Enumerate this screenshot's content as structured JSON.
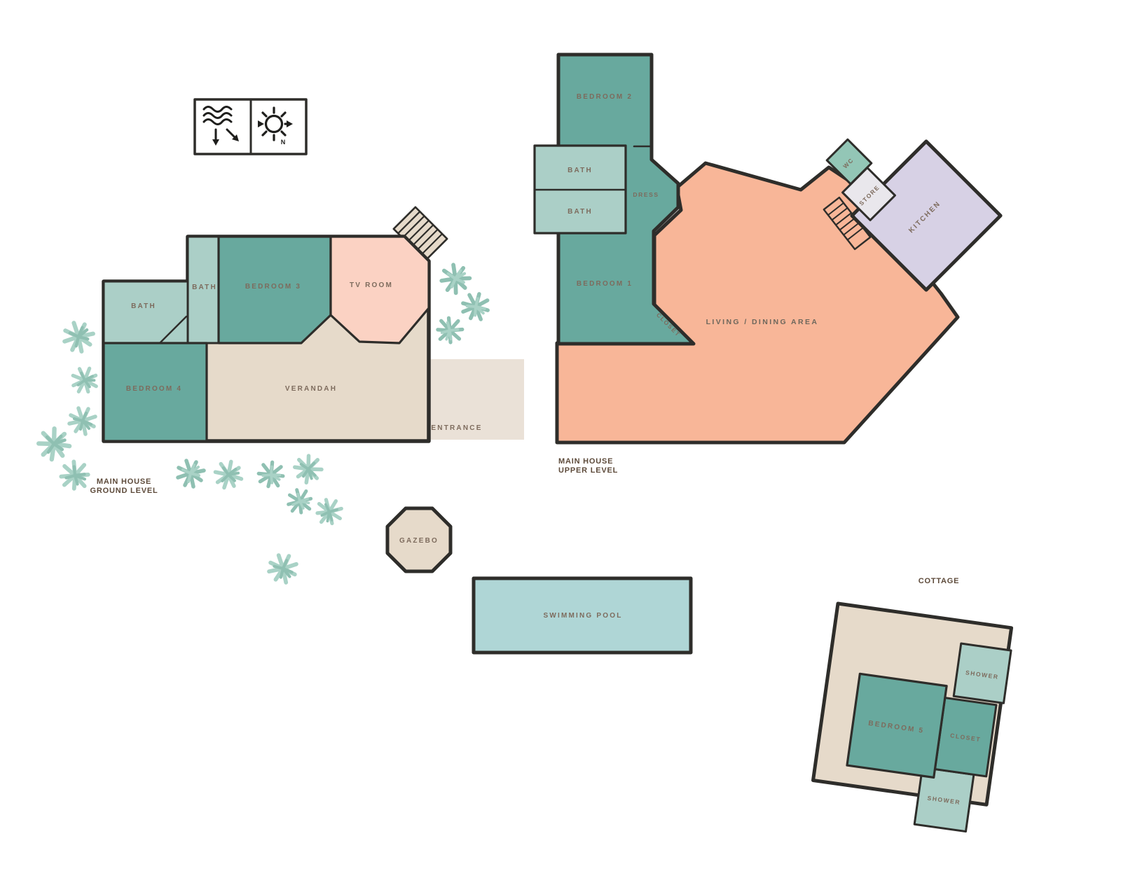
{
  "palette": {
    "wall": "#2e2d2a",
    "teal": "#68a99e",
    "teal_light": "#abcfc7",
    "salmon": "#f8b698",
    "pink": "#fbd2c3",
    "beige": "#e6daca",
    "beige_light": "#eae1d7",
    "lavender": "#d7d1e5",
    "store_gray": "#e9e7ec",
    "pool_blue": "#afd6d6",
    "tree_light": "#a9d2c6",
    "tree_mid": "#8fc0b2",
    "label_brown": "#7d6b5d",
    "title_brown": "#5d4a3a"
  },
  "legend": {
    "north_label": "N",
    "icons": [
      "sea-waves-icon",
      "sun-north-icon"
    ]
  },
  "upper_level": {
    "title_line1": "MAIN HOUSE",
    "title_line2": "UPPER LEVEL",
    "rooms": {
      "bedroom2": "BEDROOM 2",
      "bath_a": "BATH",
      "bath_b": "BATH",
      "dress": "DRESS",
      "bedroom1": "BEDROOM 1",
      "closet": "CLOSET",
      "living": "LIVING / DINING AREA",
      "wc": "WC",
      "store": "STORE",
      "kitchen": "KITCHEN"
    }
  },
  "ground_level": {
    "title_line1": "MAIN HOUSE",
    "title_line2": "GROUND LEVEL",
    "rooms": {
      "bath1": "BATH",
      "bath2": "BATH",
      "bedroom3": "BEDROOM 3",
      "tv_room": "TV ROOM",
      "bedroom4": "BEDROOM 4",
      "verandah": "VERANDAH",
      "entrance": "ENTRANCE"
    }
  },
  "outdoor": {
    "gazebo": "GAZEBO",
    "pool": "SWIMMING POOL"
  },
  "cottage": {
    "title": "COTTAGE",
    "rooms": {
      "shower_top": "SHOWER",
      "bedroom5": "BEDROOM 5",
      "closet": "CLOSET",
      "shower_bottom": "SHOWER"
    }
  }
}
